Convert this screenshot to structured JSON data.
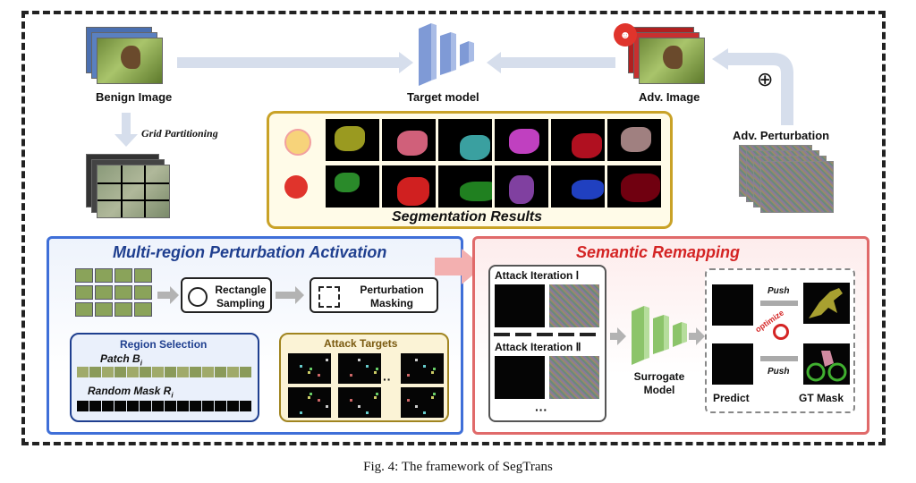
{
  "title": "Fig. 4: The framework of SegTrans",
  "top": {
    "benign": "Benign Image",
    "target": "Target model",
    "adv": "Adv. Image",
    "grid": "Grid Partitioning",
    "perturbation": "Adv. Perturbation",
    "plus": "⊕"
  },
  "seg": {
    "title": "Segmentation Results",
    "angel_icon": "angel-emoji",
    "devil_icon": "devil-emoji"
  },
  "mpa": {
    "title": "Multi-region Perturbation Activation",
    "rect_line1": "Rectangle",
    "rect_line2": "Sampling",
    "mask_line1": "Perturbation",
    "mask_line2": "Masking",
    "region_title": "Region Selection",
    "patch": "Patch B",
    "patch_sub": "i",
    "rmask": "Random Mask R",
    "rmask_sub": "i",
    "attack_targets": "Attack Targets",
    "ellipsis": "··"
  },
  "sr": {
    "title": "Semantic Remapping",
    "iter1": "Attack Iteration Ⅰ",
    "iter2": "Attack Iteration Ⅱ",
    "dots": "···",
    "surrogate1": "Surrogate",
    "surrogate2": "Model",
    "predict": "Predict",
    "gt": "GT Mask",
    "push": "Push",
    "optimize": "optimize"
  },
  "colors": {
    "mpa_border": "#3f6fd8",
    "mpa_title": "#1f3f8f",
    "sr_border": "#e06a6a",
    "sr_title": "#d42424",
    "seg_border": "#c9a227",
    "target_blue": "#8fa8dc",
    "surrogate_green": "#9ccf7a"
  }
}
